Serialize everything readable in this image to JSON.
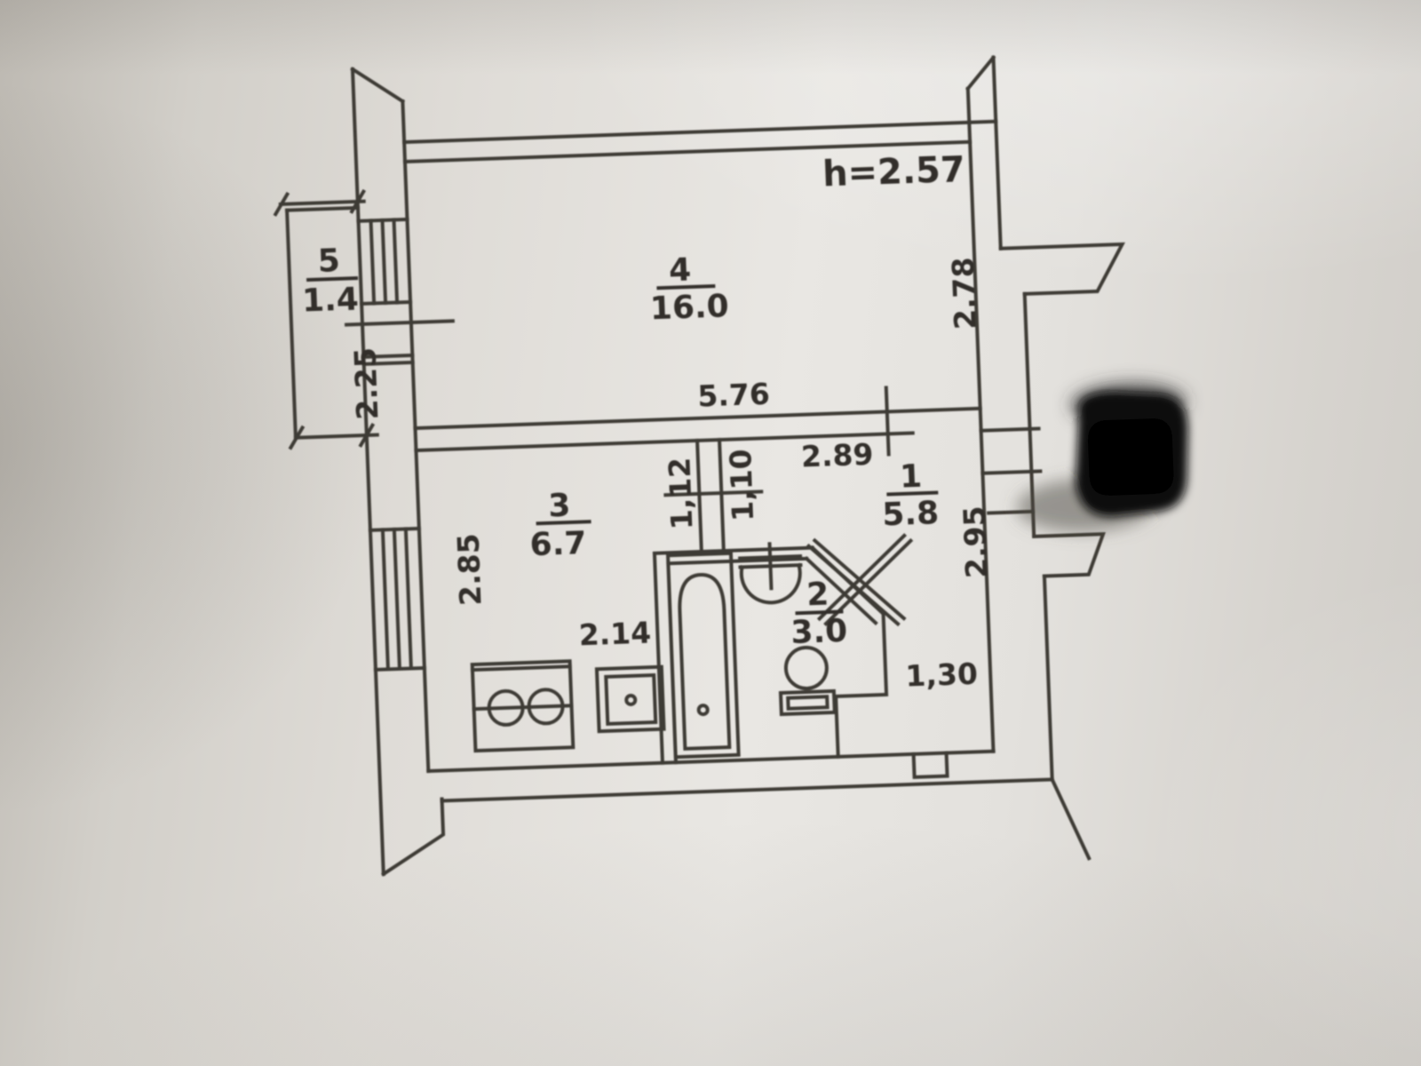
{
  "scan": {
    "description": "scanned apartment floor plan fragment with redaction mark",
    "ceiling_height": "h=2.57",
    "rooms": [
      {
        "number": "5",
        "area": "1.4",
        "kind": "balcony"
      },
      {
        "number": "4",
        "area": "16.0",
        "kind": "living-room"
      },
      {
        "number": "3",
        "area": "6.7",
        "kind": "kitchen"
      },
      {
        "number": "2",
        "area": "3.0",
        "kind": "bathroom"
      },
      {
        "number": "1",
        "area": "5.8",
        "kind": "hall"
      }
    ],
    "dimensions": {
      "living_width": "5.76",
      "living_depth_right": "2.78",
      "balcony_depth": "2.25",
      "kitchen_depth": "2.85",
      "kitchen_width": "2.14",
      "corridor_left": "1,12",
      "corridor_right": "1,10",
      "hall_width": "2.89",
      "hall_depth": "2.95",
      "entry_width": "1,30"
    },
    "fixtures": [
      "stove",
      "kitchen-sink",
      "bathtub",
      "washbasin",
      "toilet"
    ],
    "redaction": "black marker blob",
    "colors": {
      "paper": "#e2dfda",
      "ink": "#3e3a34",
      "redaction": "#0b0b0b"
    }
  }
}
